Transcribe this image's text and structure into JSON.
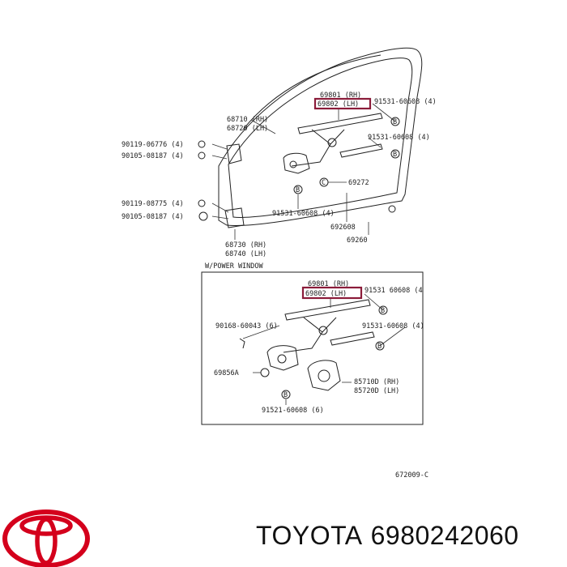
{
  "upper": {
    "p1_rh": "69801 (RH)",
    "p1_lh": "69802 (LH)",
    "bolt_top": "91531-60608 (4)",
    "hinge_u_rh": "68710 (RH)",
    "hinge_u_lh": "68720 (LH)",
    "bolt_l1": "90119-06776 (4)",
    "bolt_l2": "90105-08187 (4)",
    "bolt_r": "91531-60608 (4)",
    "clip": "69272",
    "bolt_l3": "90119-08775 (4)",
    "bolt_l4": "90105-08187 (4)",
    "bolt_bottom": "91531-60608 (4)",
    "p_69260_a": "692608",
    "p_69260_b": "69260",
    "hinge_l_rh": "68730 (RH)",
    "hinge_l_lh": "68740 (LH)"
  },
  "lower": {
    "title": "W/POWER WINDOW",
    "p1_rh": "69801 (RH)",
    "p1_lh": "69802 (LH)",
    "bolt_top": "91531 60608 (4",
    "screw": "90168-60043 (6)",
    "bolt_mid": "91531-60608 (4)",
    "grommet": "69856A",
    "motor_rh": "85710D (RH)",
    "motor_lh": "85720D (LH)",
    "bolt_bottom": "91521-60608 (6)"
  },
  "diagram_code": "672009-C",
  "footer": {
    "brand": "TOYOTA",
    "part_number": "6980242060"
  },
  "colors": {
    "highlight": "#8b1c3a",
    "logo": "#d4001c"
  }
}
